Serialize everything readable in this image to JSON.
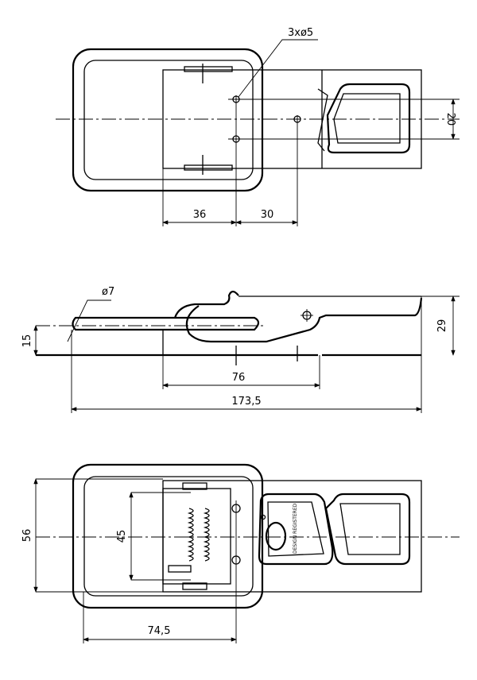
{
  "drawing": {
    "top_view": {
      "hole_callout": "3xø5",
      "dim_hole_spacing": "20",
      "dim_left": "36",
      "dim_right": "30"
    },
    "side_view": {
      "dim_diameter": "ø7",
      "dim_height_low": "15",
      "dim_height_total": "29",
      "dim_base": "76",
      "dim_length_total": "173,5"
    },
    "bottom_view": {
      "dim_width_total": "56",
      "dim_inner": "45",
      "dim_length": "74,5",
      "logo_text": "DESIGN REGISTERED"
    }
  }
}
